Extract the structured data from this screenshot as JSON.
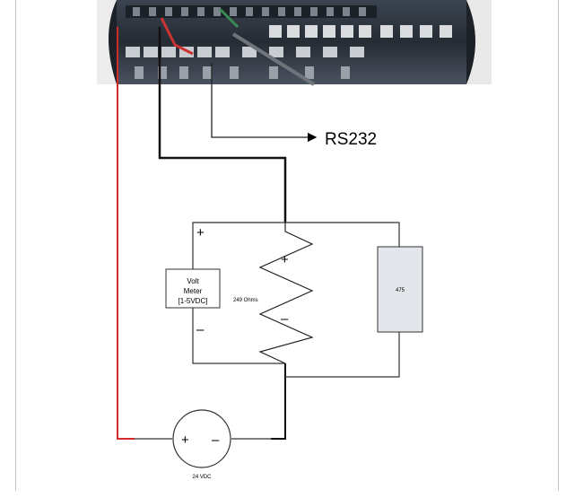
{
  "labels": {
    "rs232": "RS232",
    "volt_meter_line1": "Volt",
    "volt_meter_line2": "Meter",
    "volt_meter_line3": "[1-5VDC]",
    "resistor_value": "249 Ohms",
    "device_475": "475",
    "supply_voltage": "24 VDC",
    "meter_plus": "+",
    "meter_minus": "–",
    "resistor_plus": "+",
    "resistor_minus": "–",
    "supply_plus": "+",
    "supply_minus": "–"
  },
  "colors": {
    "positive_wire": "#d42a2a",
    "negative_wire": "#111111",
    "circuit_line": "#222222",
    "device_fill": "#e3e6ea",
    "terminal_board": "#2b3139"
  }
}
